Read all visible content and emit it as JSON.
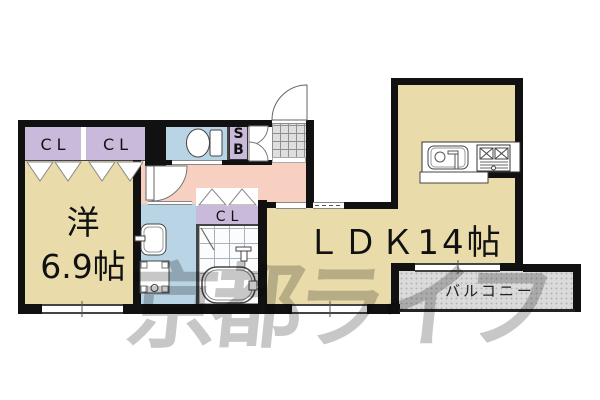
{
  "floorplan": {
    "type": "japanese-apartment-floor-plan",
    "rooms": {
      "western_room": {
        "name_line1": "洋",
        "name_line2": "6.9帖"
      },
      "ldk": {
        "label": "ＬＤＫ14帖"
      },
      "balcony": {
        "label": "バルコニー"
      },
      "closet_left_1": {
        "label": "CL"
      },
      "closet_left_2": {
        "label": "CL"
      },
      "hall_closet": {
        "label": "CL"
      },
      "shoe_box": {
        "label_line1": "S",
        "label_line2": "B"
      }
    },
    "watermark": {
      "text": "京都ライフ"
    },
    "icons": {
      "toilet": "toilet-icon",
      "bathtub": "bathtub-icon",
      "wash_basin": "wash-basin-icon",
      "washing_machine_pan": "washing-machine-pan-icon",
      "kitchen_sink": "kitchen-sink-icon",
      "stove": "stove-icon",
      "entrance_door": "entrance-door-arc-icon",
      "room_door": "room-door-arc-icon",
      "closet_doors": "bifold-closet-door-icon"
    },
    "colors": {
      "room_tan": "#eadcaa",
      "hall_pink": "#f7d0c2",
      "wet_area_blue": "#b9d4e5",
      "closet_purple": "#c9badb",
      "balcony_gray": "#dadada",
      "wall_black": "#111111",
      "watermark_gray": "#999999"
    }
  }
}
